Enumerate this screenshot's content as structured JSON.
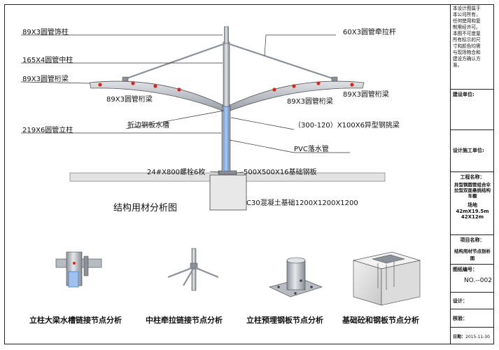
{
  "labels": {
    "decor_column": "89X3圆管饰柱",
    "middle_column": "165X4圆管中柱",
    "purlin_left": "89X3圆管桁梁",
    "purlin_mid_left": "89X3圆管桁梁",
    "purlin_mid_right": "89X3圆管桁梁",
    "purlin_right": "89X3圆管桁梁",
    "main_column": "219X6圆管立柱",
    "gutter": "折边钢板水槽",
    "tie_rod": "60X3圆管牵拉杆",
    "cantilever_beam": "（300-120）X100X6异型钢挑梁",
    "drain_pipe": "PVC落水管",
    "anchor_bolts": "24#X800螺栓6枚",
    "base_plate": "500X500X16基础钢板",
    "concrete_base": "C30混凝土基础1200X1200X1200"
  },
  "diagram_title": "结构用材分析图",
  "details": [
    {
      "caption": "立柱大梁水槽链接节点分析"
    },
    {
      "caption": "中柱牵拉链接节点分析"
    },
    {
      "caption": "立柱预埋钢板节点分析"
    },
    {
      "caption": "基础砼和钢板节点分析"
    }
  ],
  "title_block": {
    "copyright": [
      "本设计图属于",
      "本公司所有，",
      "任何使用和复",
      "制需经许可。",
      "本图不可度量",
      "所有标示的尺",
      "寸和颜色均需",
      "与现场物合和",
      "建设方确认方",
      "准。"
    ],
    "builder_label": "建设单位:",
    "contractor_label": "设计施工单位:",
    "project_label": "工程名称：",
    "project_name": "异型钢圆管组合伞拉型双面悬挑结构车棚",
    "project_size_1": "场地42mX19.5m",
    "project_size_2": "42X12m",
    "item_label": "项目名称：",
    "item_name": "结构用材节点剖析图",
    "drawing_no_label": "图纸编号：",
    "drawing_no": "NO.--002",
    "design_label": "设计：",
    "review_label": "核验：",
    "date_label": "日期：",
    "date": "2015-11-30"
  },
  "colors": {
    "steel": "#b8bcc2",
    "steel_dark": "#7f858d",
    "ground": "#e3e3e3",
    "bolt_red": "#d9261c",
    "gutter_blue": "#2f6fd0"
  }
}
